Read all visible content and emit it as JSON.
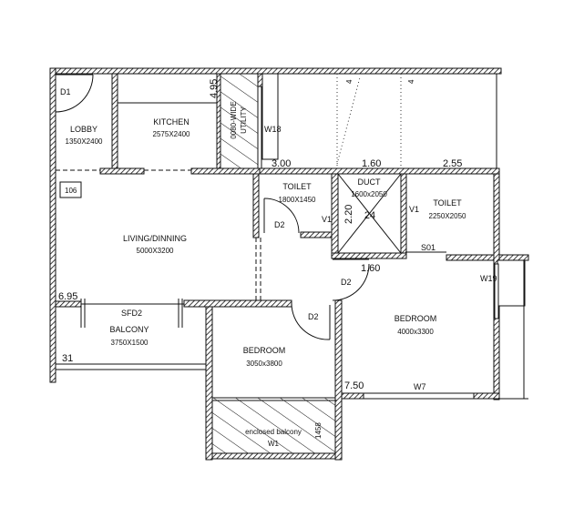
{
  "plan": {
    "unit_number": "106",
    "rooms": {
      "lobby": {
        "name": "LOBBY",
        "size": "1350X2400"
      },
      "kitchen": {
        "name": "KITCHEN",
        "size": "2575X2400"
      },
      "utility": {
        "line1": "0080-WIDE",
        "line2": "UTILITY"
      },
      "living": {
        "name": "LIVING/DINNING",
        "size": "5000X3200"
      },
      "toilet1": {
        "name": "TOILET",
        "size": "1800X1450"
      },
      "duct": {
        "name": "DUCT",
        "size": "1600x2050",
        "number": "24"
      },
      "toilet2": {
        "name": "TOILET",
        "size": "2250X2050"
      },
      "balcony": {
        "name": "BALCONY",
        "size": "3750X1500"
      },
      "bedroom1": {
        "name": "BEDROOM",
        "size": "3050x3800"
      },
      "bedroom2": {
        "name": "BEDROOM",
        "size": "4000x3300"
      },
      "enclosed_balcony": {
        "name": "enclosed balcony",
        "window": "W1"
      }
    },
    "openings": {
      "d1": "D1",
      "d2a": "D2",
      "d2b": "D2",
      "d2c": "D2",
      "v1a": "V1",
      "v1b": "V1",
      "w18": "W18",
      "w19": "W19",
      "w7": "W7",
      "sfd2": "SFD2",
      "s01": "S01"
    },
    "dimensions": {
      "d495": "4.95",
      "d300": "3.00",
      "d160top": "1.60",
      "d255": "2.55",
      "d220": "2.20",
      "d160": "1.60",
      "d695": "6.95",
      "d31": "31",
      "d750": "7.50",
      "d1458": "1458",
      "mark1": "4",
      "mark2": "4"
    }
  }
}
